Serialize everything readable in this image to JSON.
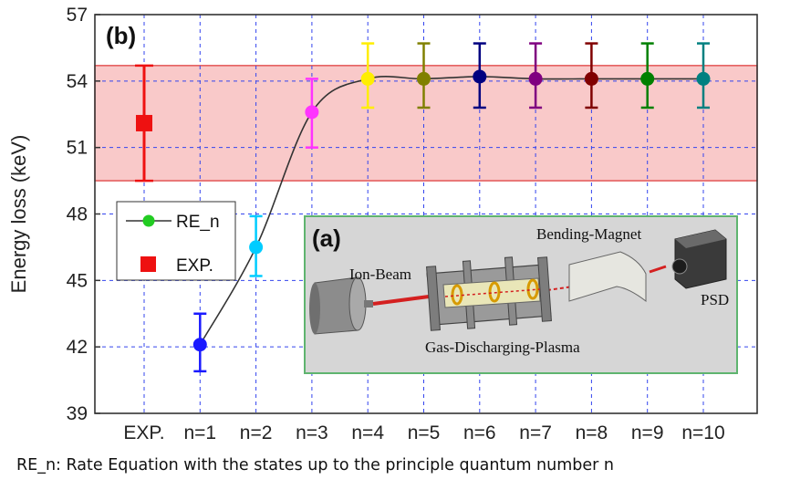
{
  "chart_data": {
    "type": "scatter",
    "panel_label": "(b)",
    "ylabel": "Energy loss (keV)",
    "ylim": [
      39,
      57
    ],
    "yticks": [
      39,
      42,
      45,
      48,
      51,
      54,
      57
    ],
    "categories": [
      "EXP.",
      "n=1",
      "n=2",
      "n=3",
      "n=4",
      "n=5",
      "n=6",
      "n=7",
      "n=8",
      "n=9",
      "n=10"
    ],
    "grid": true,
    "band": {
      "low": 49.5,
      "high": 54.7,
      "color": "#f9c9c9"
    },
    "series": [
      {
        "name": "RE_n",
        "marker": "circle",
        "line_color": "#333333",
        "points": [
          {
            "x": "n=1",
            "y": 42.1,
            "err_low": 40.9,
            "err_high": 43.5,
            "color": "#1a1aff"
          },
          {
            "x": "n=2",
            "y": 46.5,
            "err_low": 45.2,
            "err_high": 47.9,
            "color": "#00ccff"
          },
          {
            "x": "n=3",
            "y": 52.6,
            "err_low": 51.0,
            "err_high": 54.1,
            "color": "#ff33ff"
          },
          {
            "x": "n=4",
            "y": 54.1,
            "err_low": 52.8,
            "err_high": 55.7,
            "color": "#ffee00"
          },
          {
            "x": "n=5",
            "y": 54.1,
            "err_low": 52.8,
            "err_high": 55.7,
            "color": "#808000"
          },
          {
            "x": "n=6",
            "y": 54.2,
            "err_low": 52.8,
            "err_high": 55.7,
            "color": "#000080"
          },
          {
            "x": "n=7",
            "y": 54.1,
            "err_low": 52.8,
            "err_high": 55.7,
            "color": "#800080"
          },
          {
            "x": "n=8",
            "y": 54.1,
            "err_low": 52.8,
            "err_high": 55.7,
            "color": "#800000"
          },
          {
            "x": "n=9",
            "y": 54.1,
            "err_low": 52.8,
            "err_high": 55.7,
            "color": "#008000"
          },
          {
            "x": "n=10",
            "y": 54.1,
            "err_low": 52.8,
            "err_high": 55.7,
            "color": "#008080"
          }
        ]
      },
      {
        "name": "EXP.",
        "marker": "square",
        "points": [
          {
            "x": "EXP.",
            "y": 52.1,
            "err_low": 49.5,
            "err_high": 54.7,
            "color": "#ee1111"
          }
        ]
      }
    ],
    "legend": {
      "placement": "left",
      "entries": [
        {
          "label": "RE_n",
          "marker": "circle-line",
          "color": "#22cc22"
        },
        {
          "label": "EXP.",
          "marker": "square",
          "color": "#ee1111"
        }
      ]
    },
    "inset": {
      "panel_label": "(a)",
      "labels": {
        "ion_beam": "Ion-Beam",
        "bending_magnet": "Bending-Magnet",
        "psd": "PSD",
        "plasma": "Gas-Discharging-Plasma"
      }
    }
  },
  "caption": "RE_n: Rate Equation with the states up to the principle quantum number n"
}
